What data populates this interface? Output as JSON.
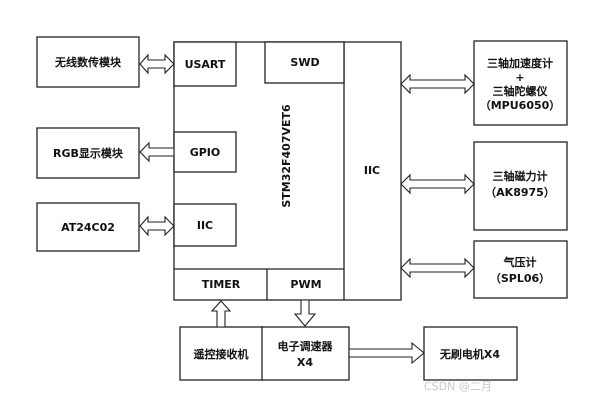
{
  "blocks": {
    "wireless": "无线数传模块",
    "rgb": "RGB显示模块",
    "eeprom": "AT24C02",
    "remote": "遥控接收机",
    "esc_line1": "电子调速器",
    "esc_line2": "X4",
    "motor": "无刷电机X4",
    "imu_line1": "三轴加速度计",
    "imu_line2": "+",
    "imu_line3": "三轴陀螺仪",
    "imu_line4": "（MPU6050）",
    "mag_line1": "三轴磁力计",
    "mag_line2": "（AK8975）",
    "baro_line1": "气压计",
    "baro_line2": "（SPL06）"
  },
  "mcu": {
    "name": "STM32F407VET6",
    "usart": "USART",
    "swd": "SWD",
    "gpio": "GPIO",
    "iic_left": "IIC",
    "iic_right": "IIC",
    "timer": "TIMER",
    "pwm": "PWM"
  },
  "watermark": "CSDN @二月"
}
